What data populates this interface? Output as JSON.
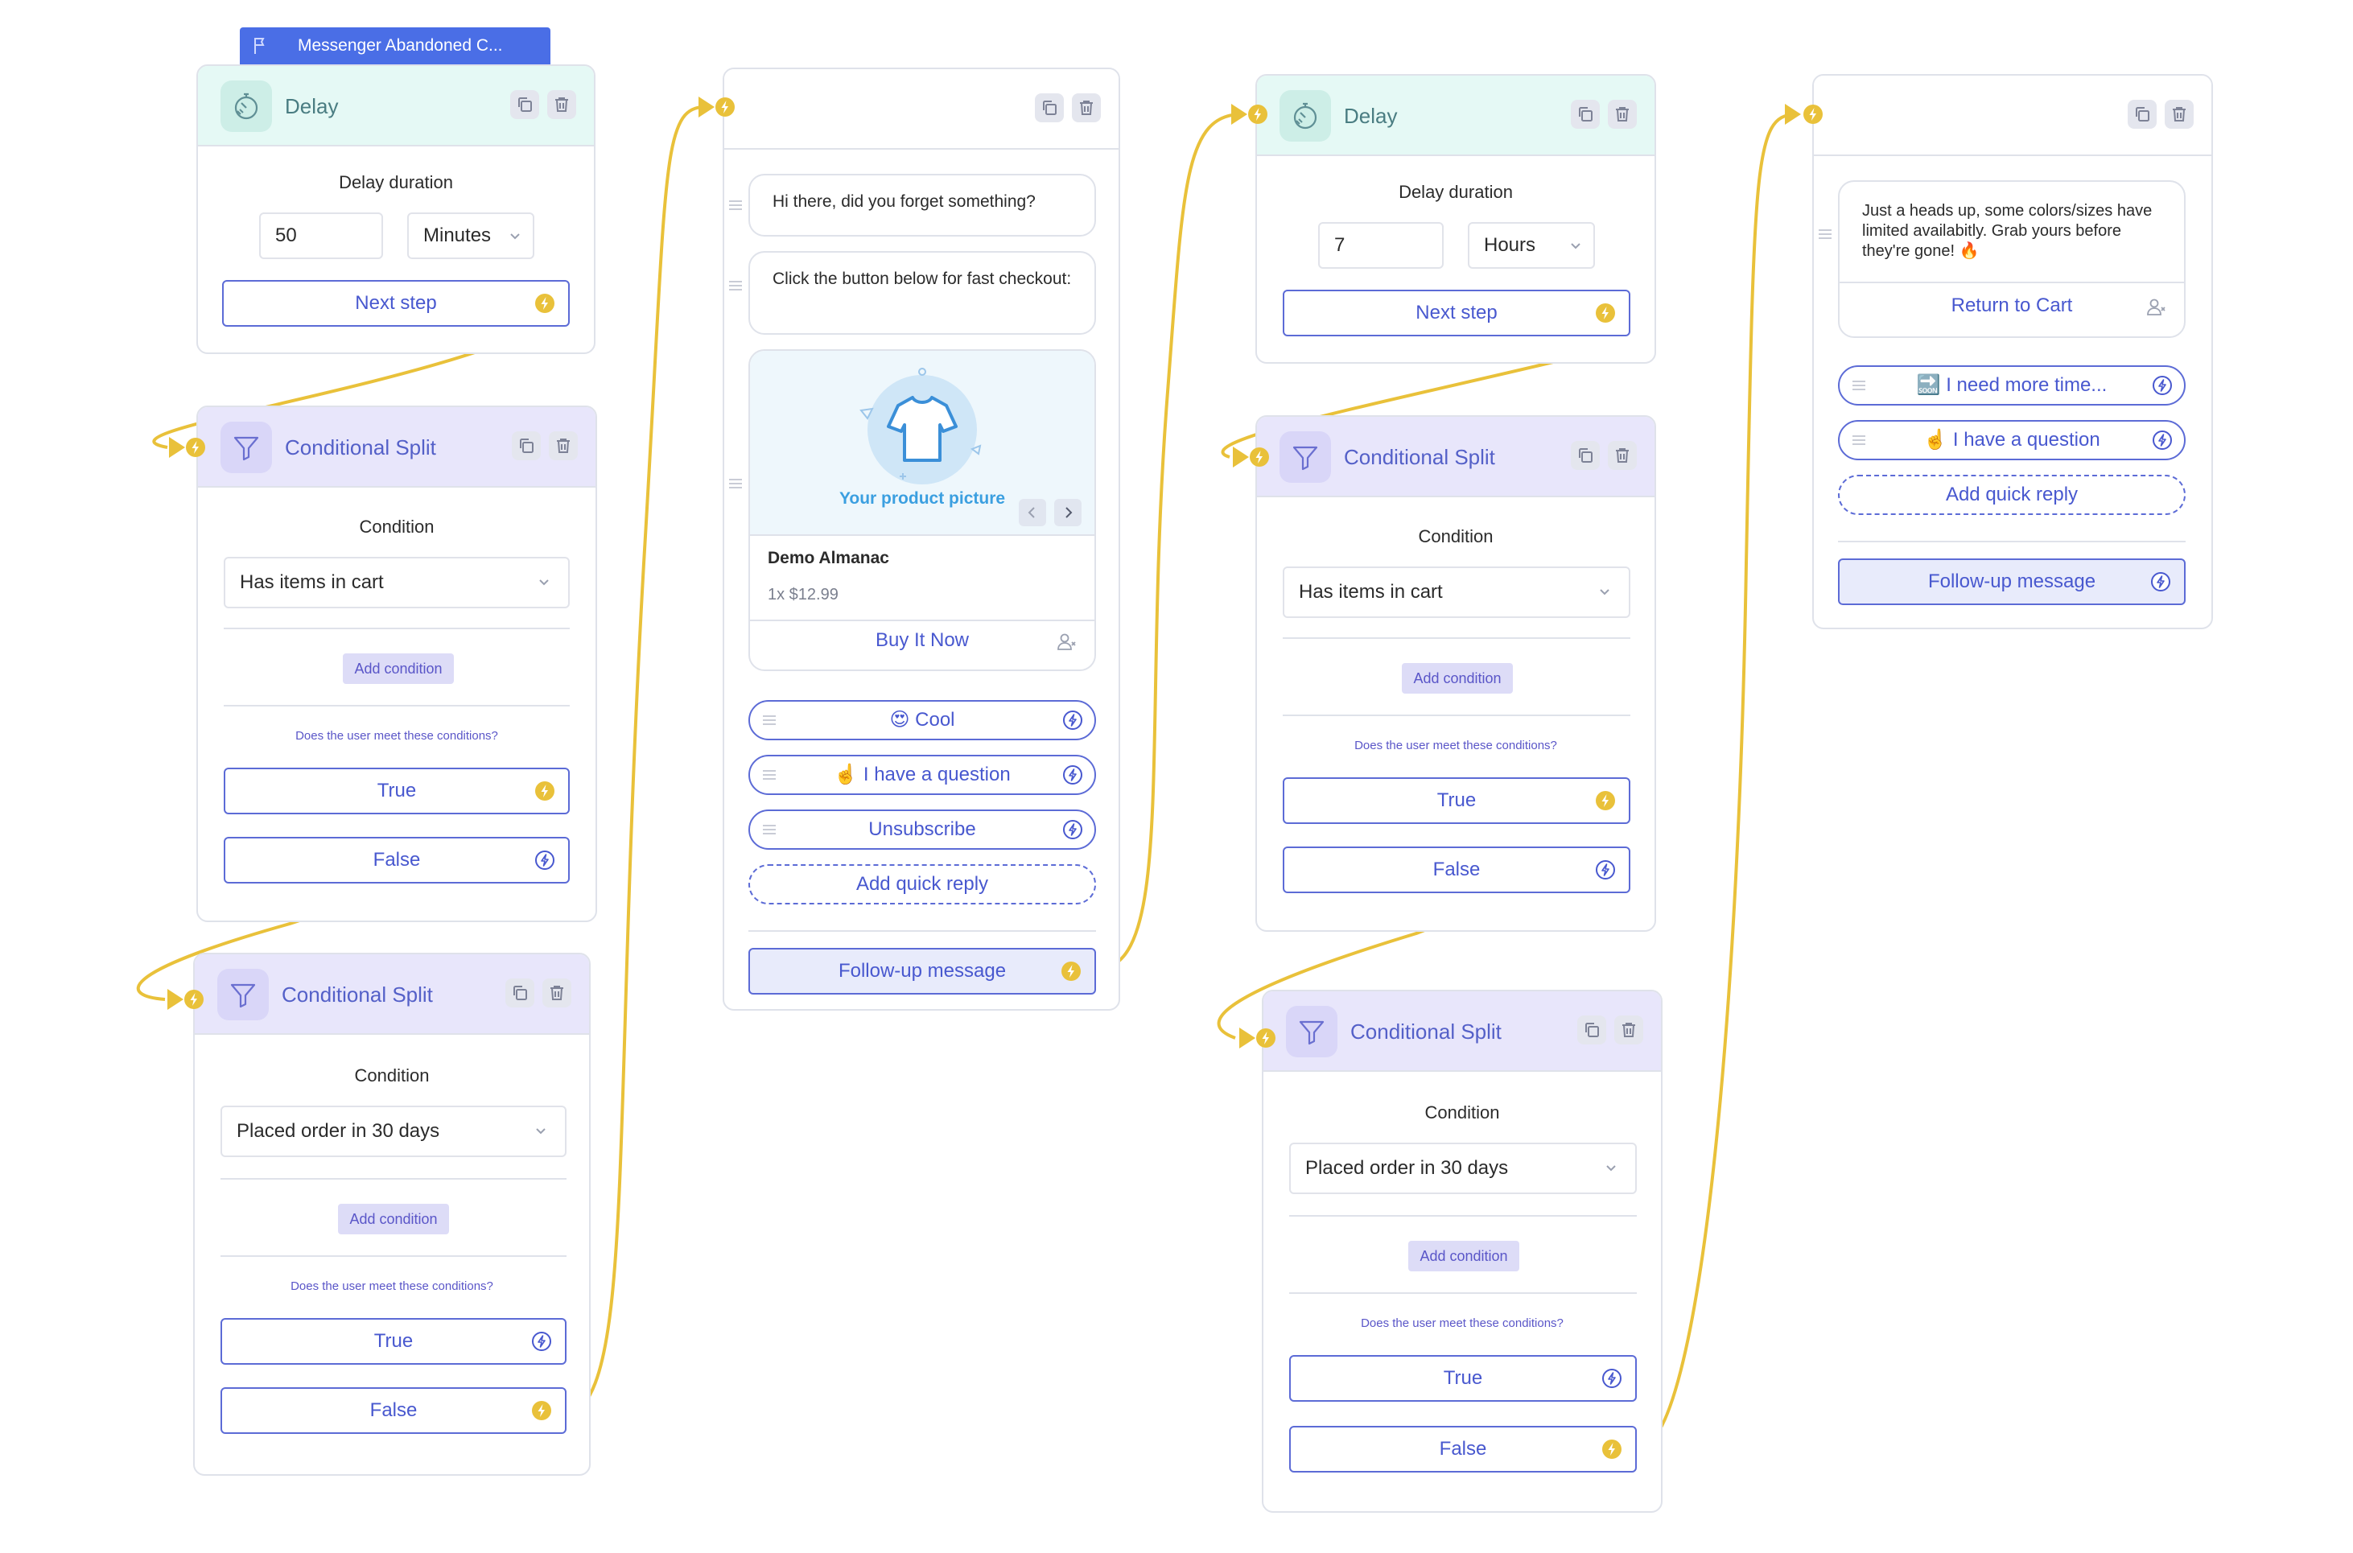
{
  "flow_name": "Messenger Abandoned C...",
  "delay1": {
    "title": "Delay",
    "label": "Delay duration",
    "value": "50",
    "unit": "Minutes",
    "next": "Next step"
  },
  "split1": {
    "title": "Conditional Split",
    "label": "Condition",
    "condition": "Has items in cart",
    "add": "Add condition",
    "question": "Does the user meet these conditions?",
    "true": "True",
    "false": "False"
  },
  "split2": {
    "title": "Conditional Split",
    "label": "Condition",
    "condition": "Placed order in 30 days",
    "add": "Add condition",
    "question": "Does the user meet these conditions?",
    "true": "True",
    "false": "False"
  },
  "message1": {
    "bubble1": "Hi there, did you forget something?",
    "bubble2": "Click the button below for fast checkout:",
    "image_caption": "Your product picture",
    "product_title": "Demo Almanac",
    "product_price": "1x $12.99",
    "buy_button": "Buy It Now",
    "quick_replies": [
      "😍  Cool",
      "☝️ I have a question",
      "Unsubscribe"
    ],
    "add_quick_reply": "Add quick reply",
    "followup": "Follow-up message"
  },
  "delay2": {
    "title": "Delay",
    "label": "Delay duration",
    "value": "7",
    "unit": "Hours",
    "next": "Next step"
  },
  "split3": {
    "title": "Conditional Split",
    "label": "Condition",
    "condition": "Has items in cart",
    "add": "Add condition",
    "question": "Does the user meet these conditions?",
    "true": "True",
    "false": "False"
  },
  "split4": {
    "title": "Conditional Split",
    "label": "Condition",
    "condition": "Placed order in 30 days",
    "add": "Add condition",
    "question": "Does the user meet these conditions?",
    "true": "True",
    "false": "False"
  },
  "message2": {
    "bubble1": "Just a heads up, some colors/sizes have limited availabitly. Grab yours before they're gone! 🔥",
    "cart_button": "Return to Cart",
    "quick_replies": [
      "🔜 I need more time...",
      "☝️ I have a question"
    ],
    "add_quick_reply": "Add quick reply",
    "followup": "Follow-up message"
  },
  "colors": {
    "accent": "#4858cf",
    "connector": "#e9c13a",
    "delay_header": "#e5f9f5",
    "split_header": "#e8e6fb",
    "flag": "#4a6ee6"
  },
  "icons": [
    "flag-icon",
    "timer-icon",
    "filter-icon",
    "copy-icon",
    "trash-icon",
    "bolt-icon",
    "chevron-down-icon",
    "drag-handle-icon",
    "shirt-icon",
    "person-icon",
    "chevron-left-icon",
    "chevron-right-icon"
  ]
}
